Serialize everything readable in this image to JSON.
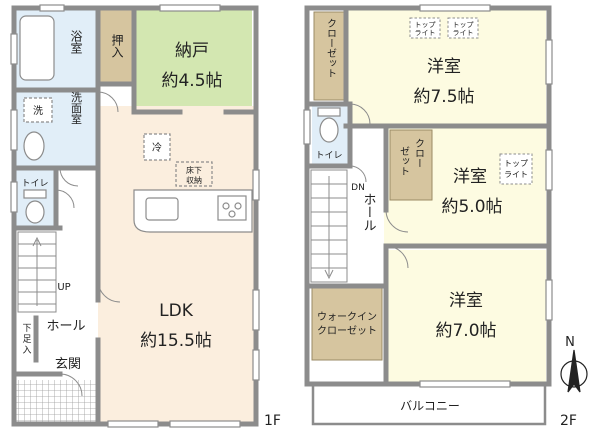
{
  "floor1": {
    "label": "1F",
    "rooms": {
      "bath": "浴室",
      "storage_closet": "押入",
      "storage_room": {
        "name": "納戸",
        "size": "約4.5帖"
      },
      "washroom": "洗面室",
      "washer": "洗",
      "toilet": "トイレ",
      "fridge": "冷",
      "underfloor_storage": [
        "床下",
        "収納"
      ],
      "ldk": {
        "name": "LDK",
        "size": "約15.5帖"
      },
      "up": "UP",
      "hall": "ホール",
      "shoe_closet": [
        "下",
        "足",
        "入"
      ],
      "entrance": "玄関"
    }
  },
  "floor2": {
    "label": "2F",
    "rooms": {
      "closet_top": "クローゼット",
      "western_top": {
        "name": "洋室",
        "size": "約7.5帖"
      },
      "skylight": [
        "トップ",
        "ライト"
      ],
      "toilet": "トイレ",
      "closet_mid": [
        "クロー",
        "ゼット"
      ],
      "western_mid": {
        "name": "洋室",
        "size": "約5.0帖"
      },
      "dn": "DN",
      "hall": "ホール",
      "walkin": [
        "ウォークイン",
        "クローゼット"
      ],
      "western_bottom": {
        "name": "洋室",
        "size": "約7.0帖"
      },
      "balcony": "バルコニー"
    }
  },
  "compass": {
    "north": "N"
  },
  "colors": {
    "wall": "#8c8c8c",
    "storage_room": "#d3e7b1",
    "western_room": "#fdfbe1",
    "ldk": "#fbeede",
    "wet_area": "#e1eef8",
    "closet": "#d6c59f",
    "closet_border": "#9a8a64"
  }
}
